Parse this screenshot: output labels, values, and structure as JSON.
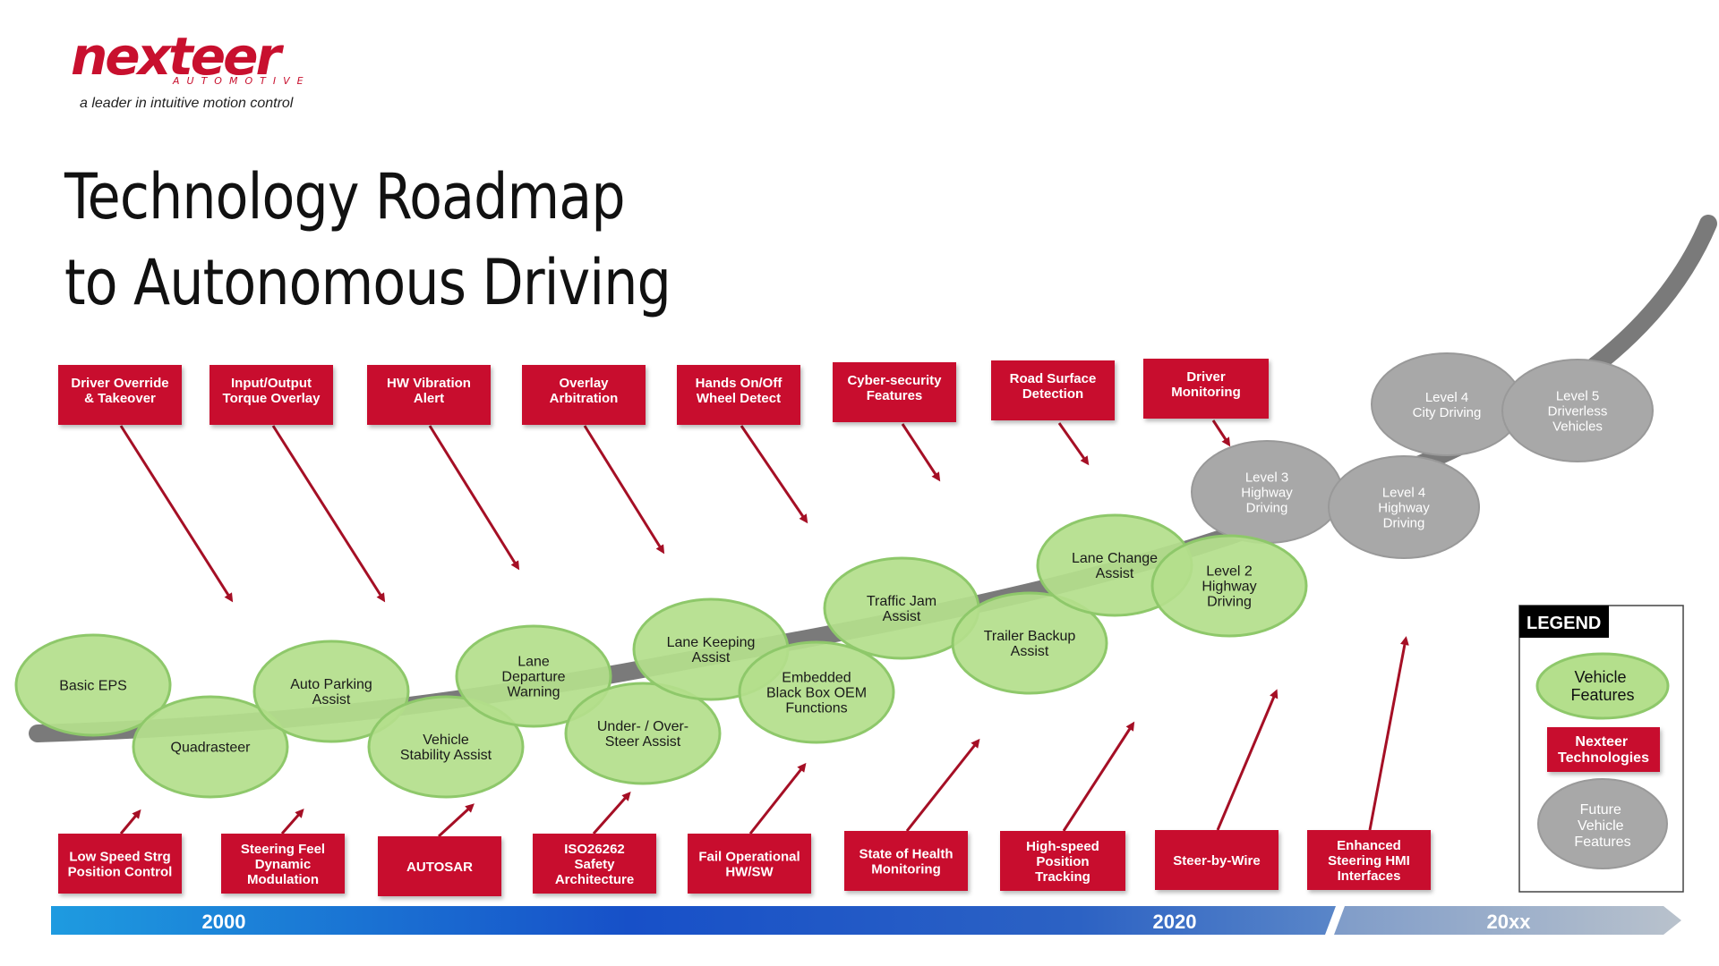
{
  "brand": {
    "logo_text": "nexteer",
    "logo_subtext": "AUTOMOTIVE",
    "tagline": "a leader in intuitive motion control"
  },
  "title": {
    "line1": "Technology Roadmap",
    "line2": "to Autonomous Driving"
  },
  "colors": {
    "brand_red": "#c8102e",
    "vehicle_green": "#b4df8c",
    "vehicle_green_border": "#8ec86a",
    "future_gray": "#a8a8a8",
    "curve_gray": "#7a7a7a",
    "timeline_blue": "#1a5fc8",
    "timeline_gray": "#8aa0c0"
  },
  "vehicle_features": [
    {
      "id": "basic-eps",
      "lines": [
        "Basic EPS"
      ]
    },
    {
      "id": "quadrasteer",
      "lines": [
        "Quadrasteer"
      ]
    },
    {
      "id": "auto-parking-assist",
      "lines": [
        "Auto Parking",
        "Assist"
      ]
    },
    {
      "id": "vehicle-stability-assist",
      "lines": [
        "Vehicle",
        "Stability Assist"
      ]
    },
    {
      "id": "lane-departure-warning",
      "lines": [
        "Lane",
        "Departure",
        "Warning"
      ]
    },
    {
      "id": "under-over-steer-assist",
      "lines": [
        "Under- / Over-",
        "Steer Assist"
      ]
    },
    {
      "id": "lane-keeping-assist",
      "lines": [
        "Lane Keeping",
        "Assist"
      ]
    },
    {
      "id": "embedded-black-box",
      "lines": [
        "Embedded",
        "Black Box OEM",
        "Functions"
      ]
    },
    {
      "id": "traffic-jam-assist",
      "lines": [
        "Traffic Jam",
        "Assist"
      ]
    },
    {
      "id": "trailer-backup-assist",
      "lines": [
        "Trailer Backup",
        "Assist"
      ]
    },
    {
      "id": "lane-change-assist",
      "lines": [
        "Lane Change",
        "Assist"
      ]
    },
    {
      "id": "level-2-highway-driving",
      "lines": [
        "Level 2",
        "Highway",
        "Driving"
      ]
    }
  ],
  "future_features": [
    {
      "id": "level-3-highway-driving",
      "lines": [
        "Level 3",
        "Highway",
        "Driving"
      ]
    },
    {
      "id": "level-4-highway-driving",
      "lines": [
        "Level 4",
        "Highway",
        "Driving"
      ]
    },
    {
      "id": "level-4-city-driving",
      "lines": [
        "Level 4",
        "City Driving"
      ]
    },
    {
      "id": "level-5-driverless-vehicles",
      "lines": [
        "Level 5",
        "Driverless",
        "Vehicles"
      ]
    }
  ],
  "top_technologies": [
    {
      "id": "driver-override-takeover",
      "lines": [
        "Driver Override",
        "& Takeover"
      ]
    },
    {
      "id": "input-output-torque-overlay",
      "lines": [
        "Input/Output",
        "Torque Overlay"
      ]
    },
    {
      "id": "hw-vibration-alert",
      "lines": [
        "HW Vibration",
        "Alert"
      ]
    },
    {
      "id": "overlay-arbitration",
      "lines": [
        "Overlay",
        "Arbitration"
      ]
    },
    {
      "id": "hands-on-off-wheel-detect",
      "lines": [
        "Hands On/Off",
        "Wheel Detect"
      ]
    },
    {
      "id": "cyber-security-features",
      "lines": [
        "Cyber-security",
        "Features"
      ]
    },
    {
      "id": "road-surface-detection",
      "lines": [
        "Road Surface",
        "Detection"
      ]
    },
    {
      "id": "driver-monitoring",
      "lines": [
        "Driver",
        "Monitoring"
      ]
    }
  ],
  "bottom_technologies": [
    {
      "id": "low-speed-strg-position-control",
      "lines": [
        "Low Speed Strg",
        "Position Control"
      ]
    },
    {
      "id": "steering-feel-dynamic-modulation",
      "lines": [
        "Steering Feel",
        "Dynamic",
        "Modulation"
      ]
    },
    {
      "id": "autosar",
      "lines": [
        "AUTOSAR"
      ]
    },
    {
      "id": "iso26262-safety-architecture",
      "lines": [
        "ISO26262",
        "Safety",
        "Architecture"
      ]
    },
    {
      "id": "fail-operational-hw-sw",
      "lines": [
        "Fail Operational",
        "HW/SW"
      ]
    },
    {
      "id": "state-of-health-monitoring",
      "lines": [
        "State of Health",
        "Monitoring"
      ]
    },
    {
      "id": "high-speed-position-tracking",
      "lines": [
        "High-speed",
        "Position",
        "Tracking"
      ]
    },
    {
      "id": "steer-by-wire",
      "lines": [
        "Steer-by-Wire"
      ]
    },
    {
      "id": "enhanced-steering-hmi-interfaces",
      "lines": [
        "Enhanced",
        "Steering HMI",
        "Interfaces"
      ]
    }
  ],
  "legend": {
    "title": "LEGEND",
    "vehicle_label": [
      "Vehicle",
      "Features"
    ],
    "nexteer_label": [
      "Nexteer",
      "Technologies"
    ],
    "future_label": [
      "Future",
      "Vehicle",
      "Features"
    ]
  },
  "timeline": {
    "labels": [
      "2000",
      "2020",
      "20xx"
    ]
  }
}
